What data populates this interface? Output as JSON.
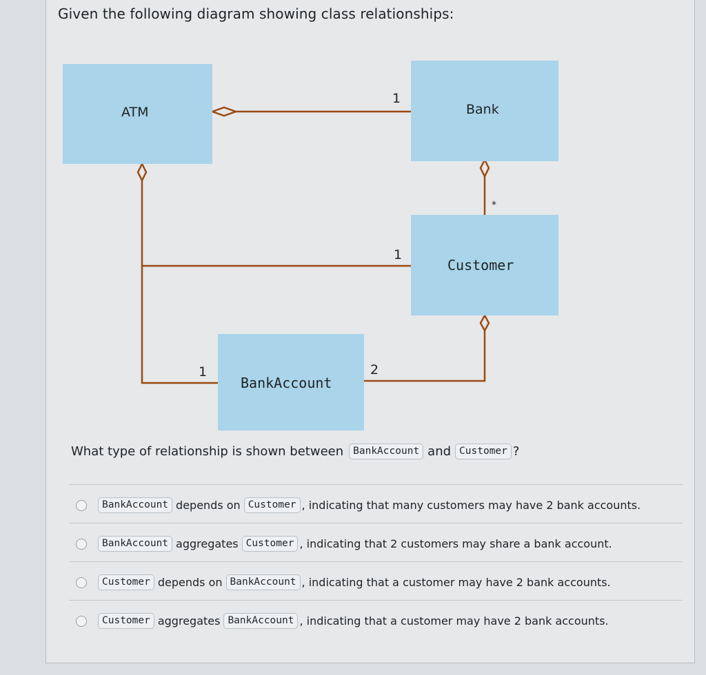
{
  "prompt": {
    "intro": "Given the following diagram showing class relationships:"
  },
  "diagram": {
    "classes": {
      "atm": "ATM",
      "bank": "Bank",
      "customer": "Customer",
      "bankaccount": "BankAccount"
    },
    "multiplicities": {
      "atm_bank": "1",
      "bank_customer": "*",
      "atm_customer": "1",
      "atm_bankaccount": "1",
      "customer_bankaccount": "2"
    },
    "colors": {
      "class_fill": "#a9d4ea",
      "line": "#9c4a12"
    }
  },
  "question": {
    "prefix": "What type of relationship is shown between",
    "class_a": "BankAccount",
    "conj": "and",
    "class_b": "Customer",
    "suffix": "?"
  },
  "options": [
    {
      "subject": "BankAccount",
      "verb": "depends on",
      "object": "Customer",
      "rest": ", indicating that many customers may have 2 bank accounts."
    },
    {
      "subject": "BankAccount",
      "verb": "aggregates",
      "object": "Customer",
      "rest": ", indicating that 2 customers may share a bank account."
    },
    {
      "subject": "Customer",
      "verb": "depends on",
      "object": "BankAccount",
      "rest": ", indicating that a customer may have 2 bank accounts."
    },
    {
      "subject": "Customer",
      "verb": "aggregates",
      "object": "BankAccount",
      "rest": ", indicating that a customer may have 2 bank accounts."
    }
  ]
}
